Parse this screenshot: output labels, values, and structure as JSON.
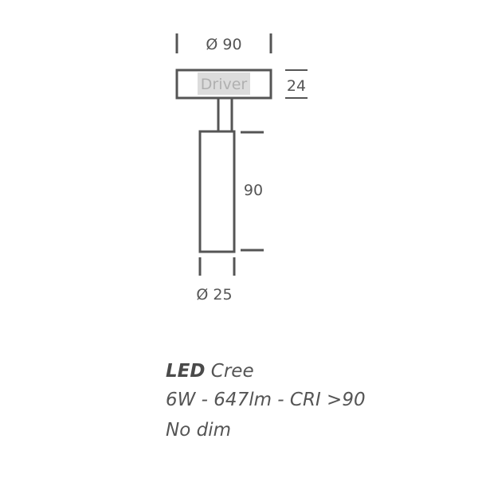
{
  "dimensions": {
    "top_diameter": "Ø 90",
    "driver_label": "Driver",
    "driver_height": "24",
    "body_length": "90",
    "body_diameter": "Ø 25"
  },
  "specs": {
    "led_label": "LED",
    "led_brand": "Cree",
    "power_line": "6W - 647lm - CRI >90",
    "dimming": "No dim"
  },
  "colors": {
    "line": "#555555",
    "driver_bg": "#dcdcdc"
  }
}
